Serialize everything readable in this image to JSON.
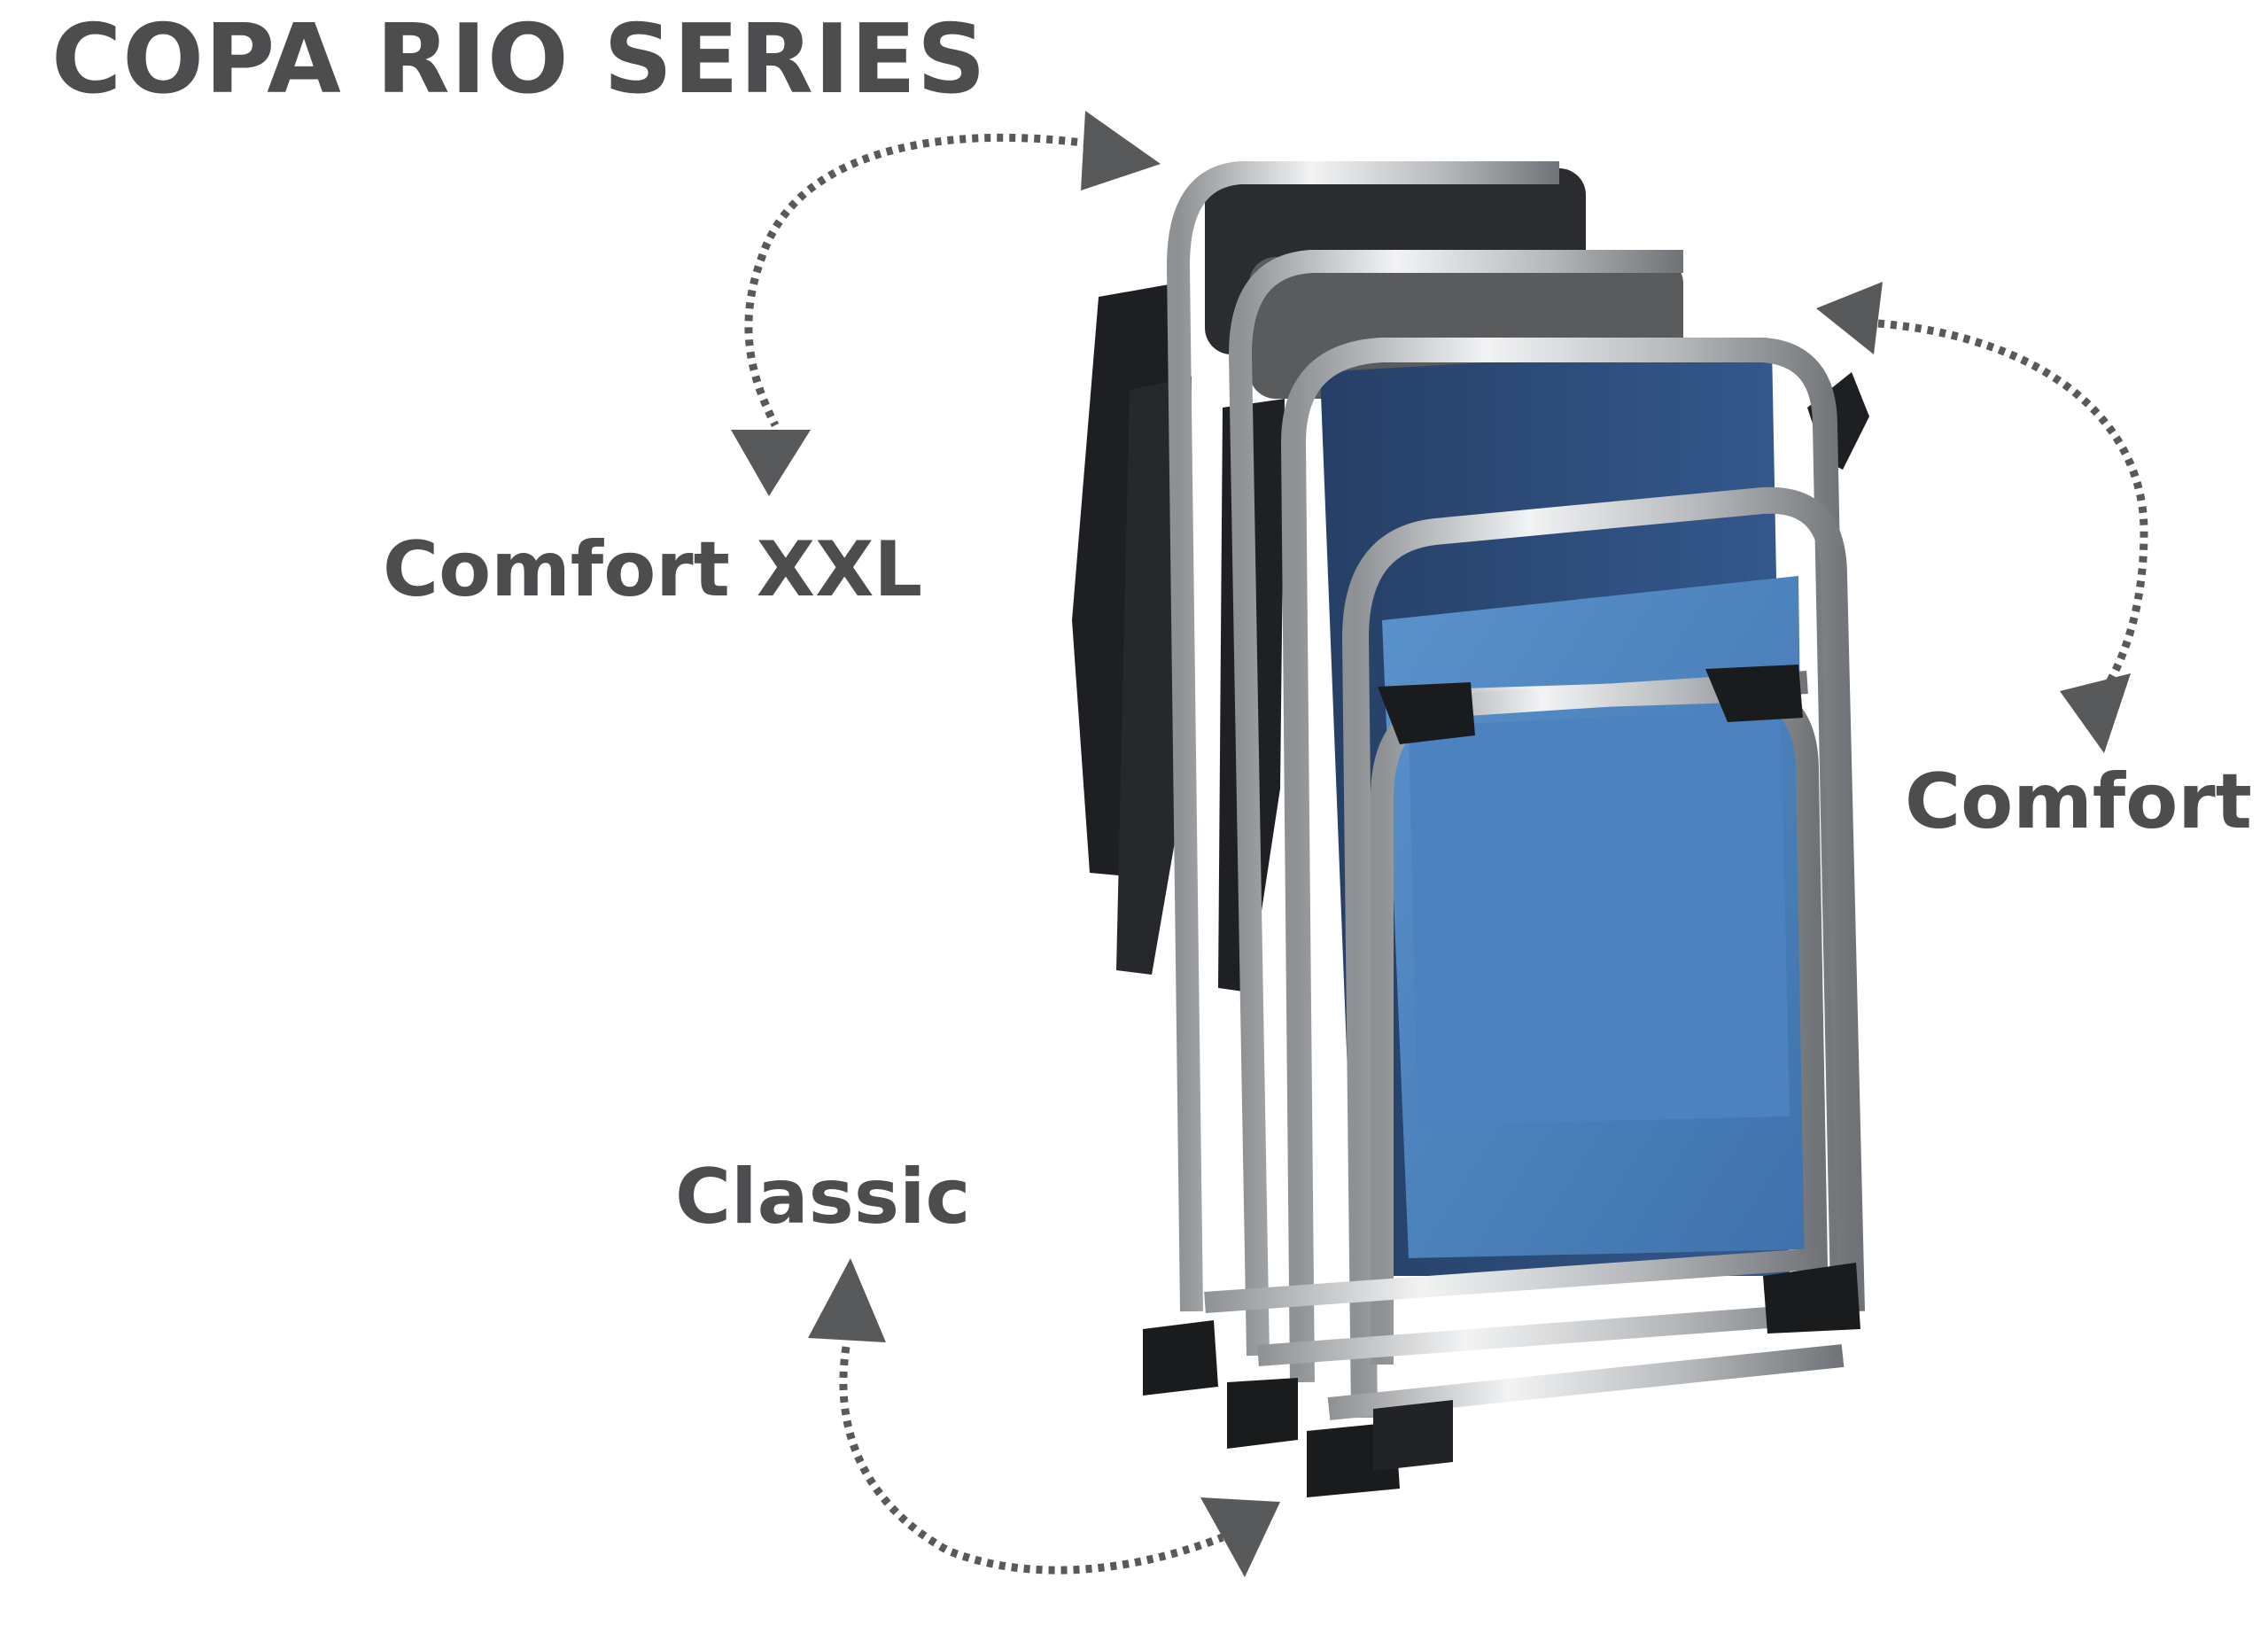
{
  "title": "COPA RIO SERIES",
  "labels": {
    "comfort_xxl": "Comfort XXL",
    "comfort": "Comfort",
    "classic": "Classic"
  },
  "colors": {
    "text": "#4d4d4f",
    "arrow": "#58595b",
    "chair_black": "#2a2c30",
    "chair_grey": "#5a5b5d",
    "chair_navy": "#2f4f7e",
    "chair_light_blue": "#4f84bd",
    "frame_aluminium": "#c9cbcd"
  },
  "icons": [
    "curved-dotted-arrow-icon"
  ]
}
